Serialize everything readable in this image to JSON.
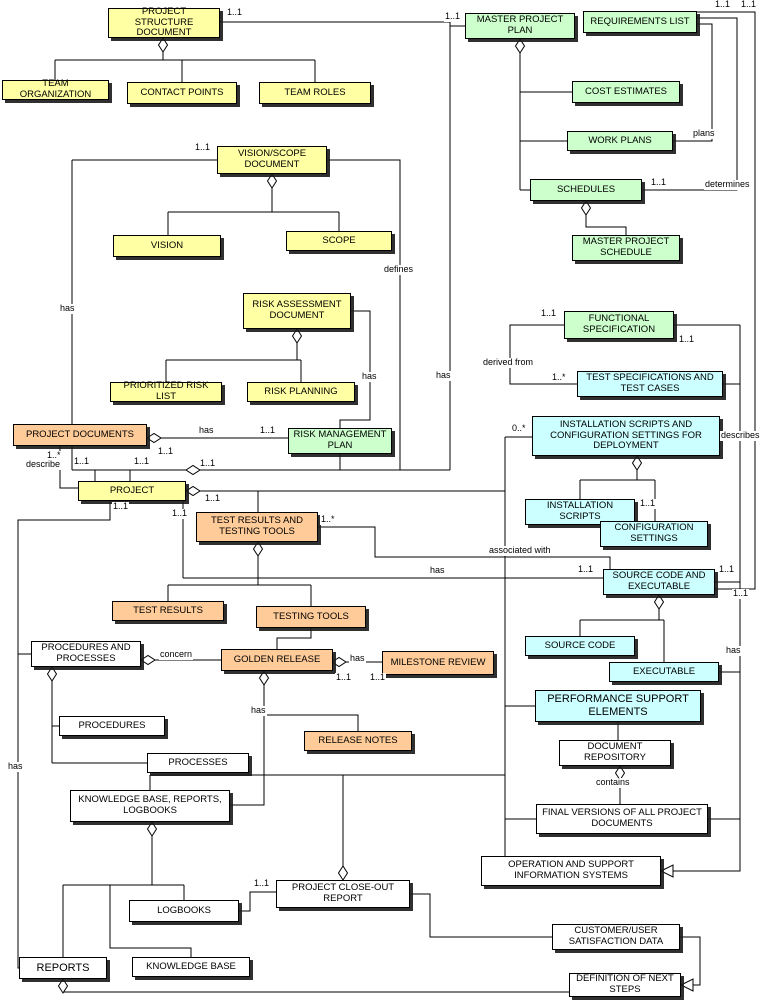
{
  "diagram_title": "Project documentation structure diagram",
  "colors": {
    "yellow": "#ffffa3",
    "green": "#ccffcc",
    "cyan": "#ccffff",
    "orange": "#ffcc99",
    "white": "#ffffff",
    "line": "#000000"
  },
  "nodes": {
    "psd": {
      "label": "PROJECT STRUCTURE DOCUMENT"
    },
    "teamOrg": {
      "label": "TEAM ORGANIZATION"
    },
    "contactPoints": {
      "label": "CONTACT POINTS"
    },
    "teamRoles": {
      "label": "TEAM ROLES"
    },
    "vsd": {
      "label": "VISION/SCOPE DOCUMENT"
    },
    "vision": {
      "label": "VISION"
    },
    "scope": {
      "label": "SCOPE"
    },
    "rad": {
      "label": "RISK ASSESSMENT DOCUMENT"
    },
    "prl": {
      "label": "PRIORITIZED RISK LIST"
    },
    "riskPlanning": {
      "label": "RISK PLANNING"
    },
    "project": {
      "label": "PROJECT"
    },
    "mpp": {
      "label": "MASTER PROJECT PLAN"
    },
    "reqList": {
      "label": "REQUIREMENTS LIST"
    },
    "costEstimates": {
      "label": "COST ESTIMATES"
    },
    "workPlans": {
      "label": "WORK PLANS"
    },
    "schedules": {
      "label": "SCHEDULES"
    },
    "mps": {
      "label": "MASTER PROJECT SCHEDULE"
    },
    "funcSpec": {
      "label": "FUNCTIONAL SPECIFICATION"
    },
    "rmp": {
      "label": "RISK MANAGEMENT PLAN"
    },
    "testSpecs": {
      "label": "TEST SPECIFICATIONS AND TEST CASES"
    },
    "iscsd": {
      "label": "INSTALLATION SCRIPTS AND CONFIGURATION SETTINGS FOR DEPLOYMENT"
    },
    "installScripts": {
      "label": "INSTALLATION SCRIPTS"
    },
    "configSettings": {
      "label": "CONFIGURATION SETTINGS"
    },
    "scae": {
      "label": "SOURCE CODE AND EXECUTABLE"
    },
    "sourceCode": {
      "label": "SOURCE CODE"
    },
    "executable": {
      "label": "EXECUTABLE"
    },
    "pse": {
      "label": "PERFORMANCE SUPPORT ELEMENTS"
    },
    "projDocs": {
      "label": "PROJECT DOCUMENTS"
    },
    "trtt": {
      "label": "TEST RESULTS AND TESTING TOOLS"
    },
    "testResults": {
      "label": "TEST RESULTS"
    },
    "testingTools": {
      "label": "TESTING TOOLS"
    },
    "goldenRelease": {
      "label": "GOLDEN RELEASE"
    },
    "milestoneReview": {
      "label": "MILESTONE REVIEW"
    },
    "releaseNotes": {
      "label": "RELEASE NOTES"
    },
    "pnp": {
      "label": "PROCEDURES AND PROCESSES"
    },
    "procedures": {
      "label": "PROCEDURES"
    },
    "processes": {
      "label": "PROCESSES"
    },
    "kbrl": {
      "label": "KNOWLEDGE BASE, REPORTS, LOGBOOKS"
    },
    "docRepo": {
      "label": "DOCUMENT REPOSITORY"
    },
    "finalVersions": {
      "label": "FINAL VERSIONS OF ALL PROJECT DOCUMENTS"
    },
    "osis": {
      "label": "OPERATION AND SUPPORT INFORMATION SYSTEMS"
    },
    "pcor": {
      "label": "PROJECT CLOSE-OUT REPORT"
    },
    "logbooks": {
      "label": "LOGBOOKS"
    },
    "cusd": {
      "label": "CUSTOMER/USER SATISFACTION DATA"
    },
    "reports": {
      "label": "REPORTS"
    },
    "knowledgeBase": {
      "label": "KNOWLEDGE BASE"
    },
    "dns": {
      "label": "DEFINITION OF NEXT STEPS"
    }
  },
  "edge_labels": [
    "1..1",
    "1..1",
    "1..1",
    "1..1",
    "1..1",
    "plans",
    "1..1",
    "determines",
    "defines",
    "has",
    "1..1",
    "1..1",
    "derived from",
    "1..*",
    "has",
    "has",
    "0..*",
    "describes",
    "has",
    "1..1",
    "1..1",
    "1..*",
    "describe",
    "1..1",
    "1..1",
    "1..1",
    "1..1",
    "1..1",
    "1..1",
    "1..*",
    "associated with",
    "1..1",
    "has",
    "1..1",
    "1..1",
    "concern",
    "has",
    "1..1",
    "1..1",
    "has",
    "has",
    "contains",
    "has",
    "1..1",
    "1..1"
  ]
}
